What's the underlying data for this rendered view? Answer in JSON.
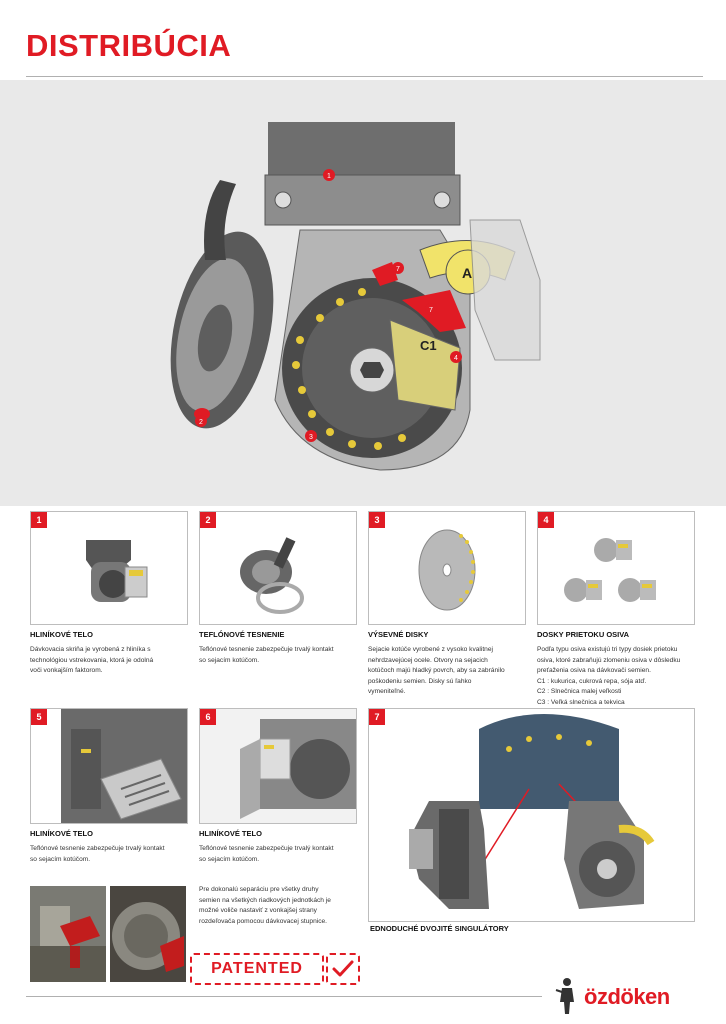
{
  "page": {
    "title": "DISTRIBÚCIA"
  },
  "hero": {
    "callouts": [
      "1",
      "2",
      "3",
      "4",
      "7",
      "7"
    ],
    "disc_label": "C1",
    "scale_label": "A"
  },
  "panels": [
    {
      "number": "1",
      "caption": "HLINÍKOVÉ TELO",
      "text": [
        "Dávkovacia skriňa je vyrobená z hliníka s",
        "technológiou vstrekovania, ktorá je odolná",
        "voči vonkajším faktorom."
      ]
    },
    {
      "number": "2",
      "caption": "TEFLÓNOVÉ TESNENIE",
      "text": [
        "Teflónové tesnenie zabezpečuje trvalý kontakt",
        "so sejacím kotúčom."
      ]
    },
    {
      "number": "3",
      "caption": "VÝSEVNÉ DISKY",
      "text": [
        "Sejacie kotúče vyrobené z vysoko kvalitnej",
        "nehrdzavejúcej ocele. Otvory na sejacich",
        "kotúčoch majú hladký povrch, aby sa zabránilo",
        "poškodeniu semien. Disky sú ľahko",
        "vymeniteľné."
      ]
    },
    {
      "number": "4",
      "caption": "DOSKY PRIETOKU OSIVA",
      "text": [
        "Podľa typu osiva existujú tri typy dosiek prietoku",
        "osiva, ktoré zabraňujú zlomeniu osiva v dôsledku",
        "preťaženia osiva na dávkovači semien.",
        "C1 : kukurica, cukrová repa, sója atď.",
        "C2 : Slnečnica malej veľkosti",
        "C3 : Veľká slnečnica a tekvica"
      ]
    },
    {
      "number": "5",
      "caption": "HLINÍKOVÉ TELO",
      "text": [
        "Teflónové tesnenie zabezpečuje trvalý kontakt",
        "so sejacím kotúčom."
      ]
    },
    {
      "number": "6",
      "caption": "HLINÍKOVÉ TELO",
      "text": [
        "Teflónové tesnenie zabezpečuje trvalý kontakt",
        "so sejacím kotúčom."
      ]
    },
    {
      "number": "7",
      "caption": "EDNODUCHÉ DVOJITÉ SINGULÁTORY",
      "text": []
    }
  ],
  "selector_note": [
    "Pre dokonalú separáciu pre všetky druhy",
    "semien na všetkých riadkových jednotkách je",
    "možné voliče nastaviť z vonkajšej strany",
    "rozdeľovača pomocou dávkovacej stupnice."
  ],
  "badge": {
    "label": "PATENTED",
    "check_icon": "check-icon"
  },
  "brand": {
    "name": "özdöken",
    "color": "#e01b24"
  },
  "colors": {
    "accent": "#e01b24",
    "seed_yellow": "#e6c93a",
    "hero_bg": "#e9e9e9"
  }
}
